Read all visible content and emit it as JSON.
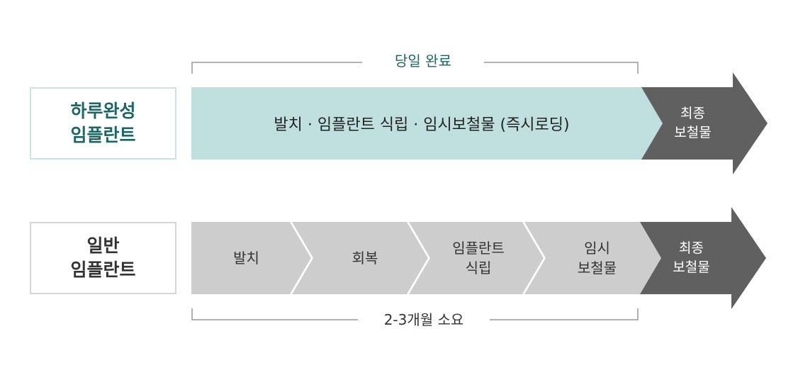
{
  "fast": {
    "label_line1": "하루완성",
    "label_line2": "임플란트",
    "bracket_label": "당일 완료",
    "process_text": "발치 · 임플란트 식립 · 임시보철물 (즉시로딩)",
    "final_line1": "최종",
    "final_line2": "보철물"
  },
  "normal": {
    "label_line1": "일반",
    "label_line2": "임플란트",
    "steps": [
      {
        "line1": "발치",
        "line2": ""
      },
      {
        "line1": "회복",
        "line2": ""
      },
      {
        "line1": "임플란트",
        "line2": "식립"
      },
      {
        "line1": "임시",
        "line2": "보철물"
      }
    ],
    "final_line1": "최종",
    "final_line2": "보철물",
    "bracket_label": "2-3개월 소요"
  },
  "colors": {
    "teal_fill": "#bfe0df",
    "teal_text": "#1a6766",
    "teal_border": "#c8e4e3",
    "gray_fill": "#cdcdcd",
    "gray_border": "#d6d6d6",
    "dark_fill": "#606060",
    "bracket_line": "#999999"
  }
}
